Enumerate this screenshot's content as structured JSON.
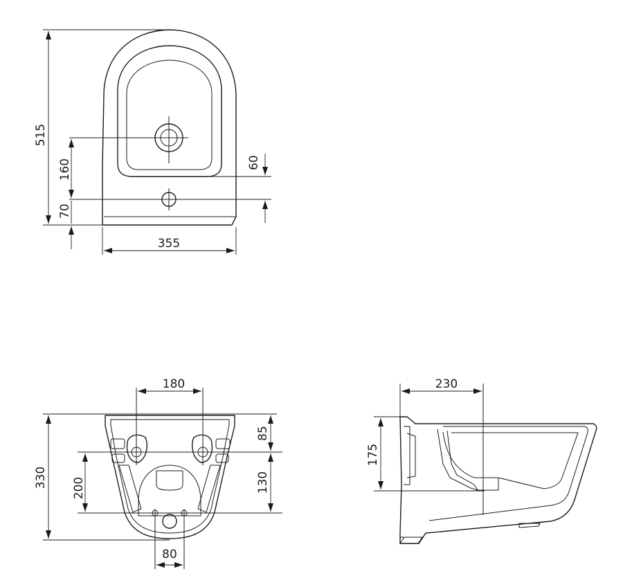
{
  "top_view": {
    "height_label": "515",
    "width_label": "355",
    "offset_160": "160",
    "offset_70": "70",
    "offset_60": "60"
  },
  "back_view": {
    "spacing_180": "180",
    "height_330": "330",
    "drop_85": "85",
    "gap_130": "130",
    "height_200": "200",
    "spacing_80": "80"
  },
  "side_view": {
    "depth_230": "230",
    "height_175": "175"
  }
}
